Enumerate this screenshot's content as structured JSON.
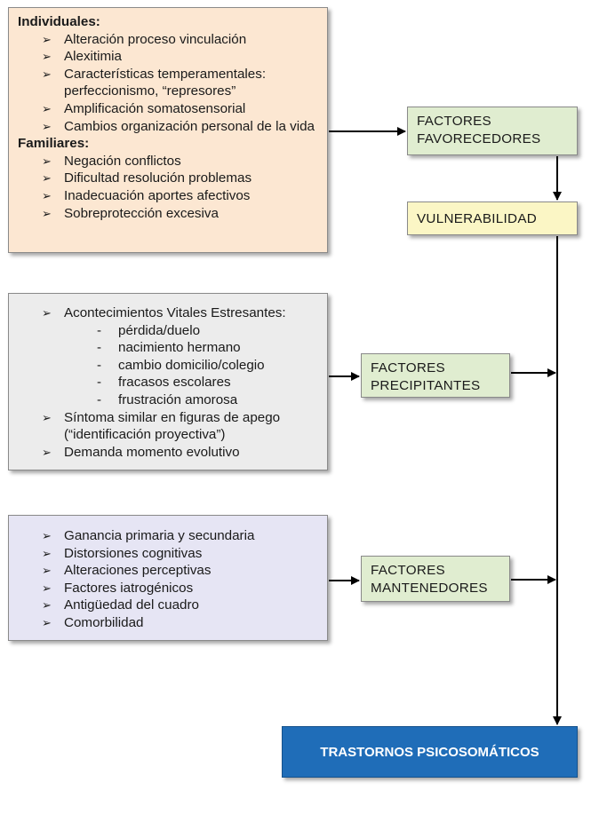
{
  "individuales": {
    "heading": "Individuales:",
    "items": [
      "Alteración proceso vinculación",
      "Alexitimia",
      "Características temperamentales: perfeccionismo, “represores”",
      "Amplificación somatosensorial",
      "Cambios organización personal de la vida"
    ]
  },
  "familiares": {
    "heading": "Familiares:",
    "items": [
      "Negación conflictos",
      "Dificultad resolución problemas",
      "Inadecuación aportes afectivos",
      "Sobreprotección excesiva"
    ]
  },
  "precipitantes_panel": {
    "item1": "Acontecimientos Vitales Estresantes:",
    "subitems": [
      "pérdida/duelo",
      "nacimiento hermano",
      "cambio domicilio/colegio",
      "fracasos escolares",
      "frustración amorosa"
    ],
    "item2_line1": "Síntoma similar en figuras de apego",
    "item2_line2": "(“identificación proyectiva”)",
    "item3": "Demanda momento evolutivo"
  },
  "mantenedores_panel": {
    "items": [
      "Ganancia primaria y secundaria",
      "Distorsiones cognitivas",
      "Alteraciones perceptivas",
      "Factores iatrogénicos",
      "Antigüedad del cuadro",
      "Comorbilidad"
    ]
  },
  "nodes": {
    "favorecedores_line1": "FACTORES",
    "favorecedores_line2": "FAVORECEDORES",
    "vulnerabilidad": "VULNERABILIDAD",
    "precipitantes_line1": "FACTORES",
    "precipitantes_line2": "PRECIPITANTES",
    "mantenedores_line1": "FACTORES",
    "mantenedores_line2": "MANTENEDORES",
    "outcome": "TRASTORNOS PSICOSOMÁTICOS"
  },
  "colors": {
    "individual_panel": "#fce7d2",
    "precipitant_panel": "#ececec",
    "maintainer_panel": "#e6e5f4",
    "factor_box": "#e0edd0",
    "vulnerability_box": "#fbf6c5",
    "outcome_box": "#1f6db8"
  }
}
